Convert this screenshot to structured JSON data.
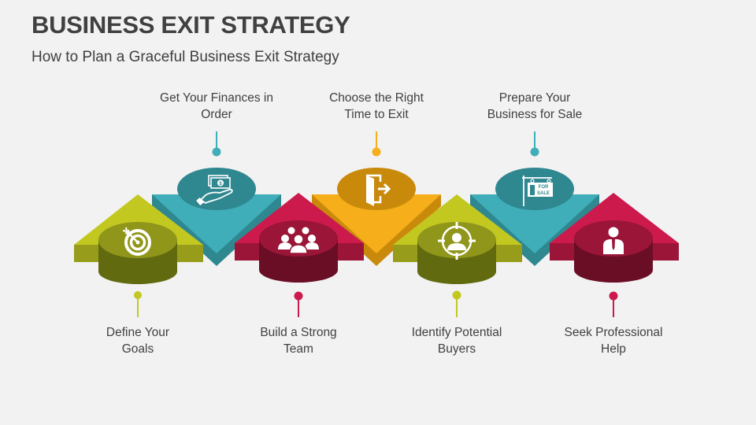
{
  "header": {
    "title": "BUSINESS EXIT STRATEGY",
    "subtitle": "How to Plan a Graceful Business Exit Strategy"
  },
  "colors": {
    "green": "#c2c820",
    "green_dark": "#8f961a",
    "teal": "#3faeb8",
    "teal_dark": "#2f8790",
    "red": "#cc1a4c",
    "red_dark": "#9a1538",
    "orange": "#f6ae1a",
    "orange_dark": "#c98a0c",
    "text": "#404040",
    "background": "#f2f2f2"
  },
  "steps": [
    {
      "index": 1,
      "label": "Define Your Goals",
      "line1": "Define Your",
      "line2": "Goals",
      "icon": "target-icon",
      "color": "green",
      "position": "bottom"
    },
    {
      "index": 2,
      "label": "Get Your Finances in Order",
      "line1": "Get Your Finances in",
      "line2": "Order",
      "icon": "money-hand-icon",
      "color": "teal",
      "position": "top"
    },
    {
      "index": 3,
      "label": "Build a Strong Team",
      "line1": "Build a Strong",
      "line2": "Team",
      "icon": "team-icon",
      "color": "red",
      "position": "bottom"
    },
    {
      "index": 4,
      "label": "Choose the Right Time to Exit",
      "line1": "Choose the Right",
      "line2": "Time to Exit",
      "icon": "exit-door-icon",
      "color": "orange",
      "position": "top"
    },
    {
      "index": 5,
      "label": "Identify Potential Buyers",
      "line1": "Identify Potential",
      "line2": "Buyers",
      "icon": "target-person-icon",
      "color": "green",
      "position": "bottom"
    },
    {
      "index": 6,
      "label": "Prepare Your Business for Sale",
      "line1": "Prepare Your",
      "line2": "Business for Sale",
      "icon": "for-sale-sign-icon",
      "color": "teal",
      "position": "top"
    },
    {
      "index": 7,
      "label": "Seek Professional Help",
      "line1": "Seek Professional",
      "line2": "Help",
      "icon": "professional-icon",
      "color": "red",
      "position": "bottom"
    }
  ],
  "icons": {
    "for_sale_text_1": "FOR",
    "for_sale_text_2": "SALE",
    "dollar": "$"
  }
}
